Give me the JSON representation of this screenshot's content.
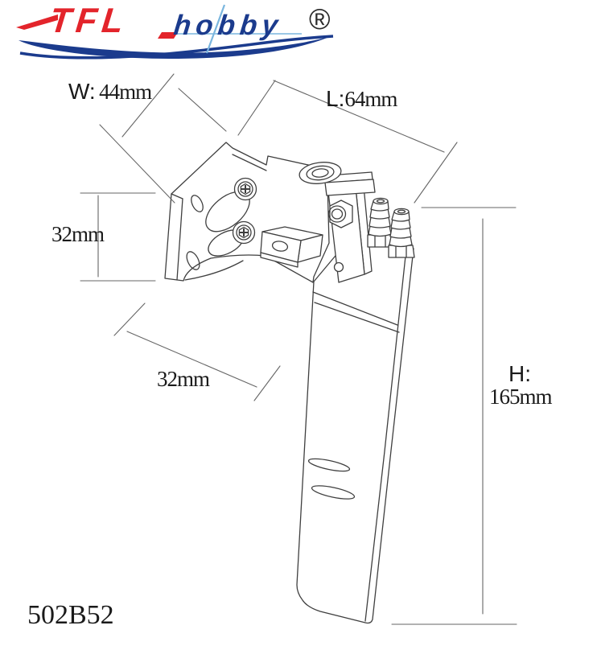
{
  "colors": {
    "brand-red": "#e3242b",
    "brand-blue": "#1b3b8d",
    "brand-lightblue": "#7ab6de",
    "line": "#3f3f3f",
    "dim-line": "#666666",
    "text": "#1a1a1a",
    "background": "#ffffff"
  },
  "logo": {
    "tfl": "TFL",
    "hobby": "hobby",
    "registered": "®"
  },
  "part_number": "502B52",
  "dimensions": {
    "width": {
      "label": "W:",
      "value": "44mm"
    },
    "length": {
      "label": "L:",
      "value": "64mm"
    },
    "height": {
      "label": "H:",
      "value": "165mm"
    },
    "bracket_height": {
      "value": "32mm"
    },
    "bracket_depth": {
      "value": "32mm"
    }
  }
}
